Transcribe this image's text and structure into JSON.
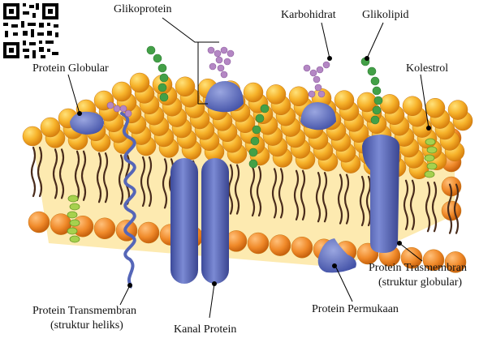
{
  "labels": {
    "glikoprotein": "Glikoprotein",
    "karbohidrat": "Karbohidrat",
    "glikolipid": "Glikolipid",
    "protein_globular": "Protein Globular",
    "kolestrol": "Kolestrol",
    "protein_transmembran_globular_line1": "Protein Trasmembran",
    "protein_transmembran_globular_line2": "(struktur globular)",
    "protein_transmembran_heliks_line1": "Protein Transmembran",
    "protein_transmembran_heliks_line2": "(struktur heliks)",
    "kanal_protein": "Kanal Protein",
    "protein_permukaan": "Protein Permukaan"
  },
  "colors": {
    "lipid_head": "#f5a623",
    "lipid_tail": "#5a3a2a",
    "protein": "#5566b8",
    "glycoprotein_chain": "#b487c4",
    "glycolipid_chain": "#4caf50",
    "cholesterol": "#9ccc4a",
    "membrane_core": "#fde9a8"
  }
}
